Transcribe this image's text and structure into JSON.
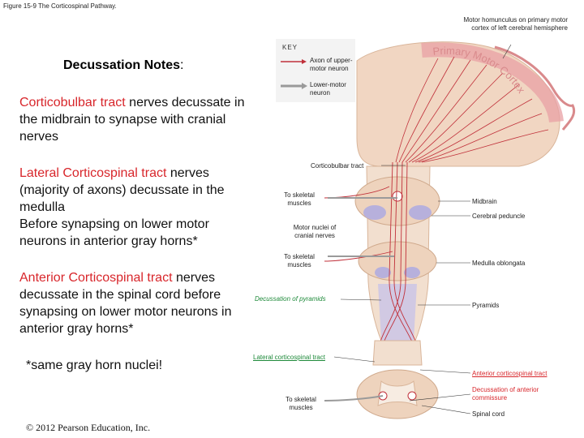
{
  "figure": {
    "title": "Figure 15-9 The Corticospinal Pathway."
  },
  "notes": {
    "heading": "Decussation Notes",
    "heading_colon": ":",
    "corticobulbar": {
      "term": "Corticobulbar tract",
      "rest": " nerves decussate in the midbrain to synapse with cranial nerves"
    },
    "lateral": {
      "term": "Lateral Corticospinal tract",
      "rest": " nerves (majority of axons) decussate in the medulla",
      "line2": "Before synapsing on lower motor neurons in anterior gray horns*"
    },
    "anterior": {
      "term": "Anterior Corticospinal tract",
      "rest": " nerves decussate in the spinal cord before synapsing on lower motor neurons in anterior gray horns*"
    },
    "footnote": "*same gray horn nuclei!"
  },
  "copyright": "© 2012 Pearson Education, Inc.",
  "key": {
    "title": "KEY",
    "upper": "Axon of upper-motor neuron",
    "lower": "Lower-motor neuron"
  },
  "diagram": {
    "homunculus": "Motor homunculus on primary motor cortex of left cerebral hemisphere",
    "primary_motor_cortex": "Primary Motor Cortex",
    "corticobulbar_tract": "Corticobulbar tract",
    "to_skeletal_1": "To skeletal muscles",
    "midbrain": "Midbrain",
    "cerebral_peduncle": "Cerebral peduncle",
    "motor_nuclei": "Motor nuclei of cranial nerves",
    "to_skeletal_2": "To skeletal muscles",
    "medulla": "Medulla oblongata",
    "decussation_pyramids": "Decussation of pyramids",
    "pyramids": "Pyramids",
    "lateral_tract": "Lateral corticospinal tract",
    "anterior_tract": "Anterior corticospinal tract",
    "decussation_anterior": "Decussation of anterior commissure",
    "to_skeletal_3": "To skeletal muscles",
    "spinal_cord": "Spinal cord"
  },
  "colors": {
    "accent_red": "#d8262b",
    "label_green": "#1e8a3a",
    "upper_motor_axon": "#c0303a",
    "lower_motor_neuron": "#9a9a9a",
    "brain_tissue": "#f1d6c2",
    "tract_purple": "#b7b0dc"
  }
}
